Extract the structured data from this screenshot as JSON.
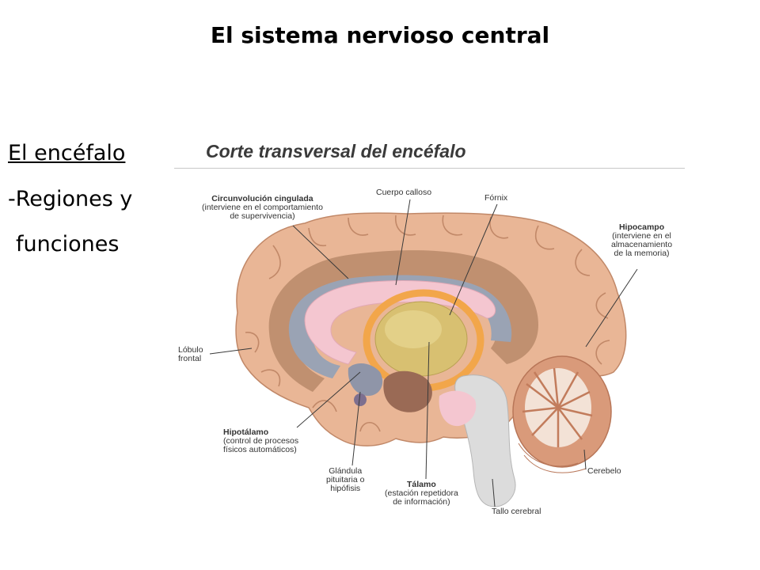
{
  "slide": {
    "title": "El sistema nervioso central",
    "side_lines": [
      "El encéfalo",
      "-Regiones y",
      "funciones"
    ]
  },
  "figure": {
    "title": "Corte transversal del encéfalo",
    "labels": {
      "circunvolucion": {
        "name": "Circunvolución cingulada",
        "desc": [
          "(interviene en el comportamiento",
          "de supervivencia)"
        ]
      },
      "cuerpo_calloso": {
        "name": "Cuerpo calloso"
      },
      "fornix": {
        "name": "Fórnix"
      },
      "hipocampo": {
        "name": "Hipocampo",
        "desc": [
          "(interviene en el",
          "almacenamiento",
          "de la memoria)"
        ]
      },
      "lobulo_frontal": {
        "lines": [
          "Lóbulo",
          "frontal"
        ]
      },
      "hipotalamo": {
        "name": "Hipotálamo",
        "desc": [
          "(control de procesos",
          "físicos automáticos)"
        ]
      },
      "glandula": {
        "lines": [
          "Glándula",
          "pituitaria o",
          "hipófisis"
        ]
      },
      "talamo": {
        "name": "Tálamo",
        "desc": [
          "(estación repetidora",
          "de información)"
        ]
      },
      "cerebelo": {
        "lines": [
          "Cerebelo"
        ]
      },
      "tallo": {
        "lines": [
          "Tallo cerebral"
        ]
      }
    }
  },
  "colors": {
    "cortex": "#e9b696",
    "cortex_outline": "#c18868",
    "inner_brown": "#b98a6a",
    "ventricle": "#9aa3b4",
    "corpus_pink": "#f4c6d0",
    "fornix_orange": "#f2a64a",
    "thalamus_yellow": "#d8c071",
    "cerebellum": "#d99a7a",
    "brainstem": "#dcdcdc"
  }
}
